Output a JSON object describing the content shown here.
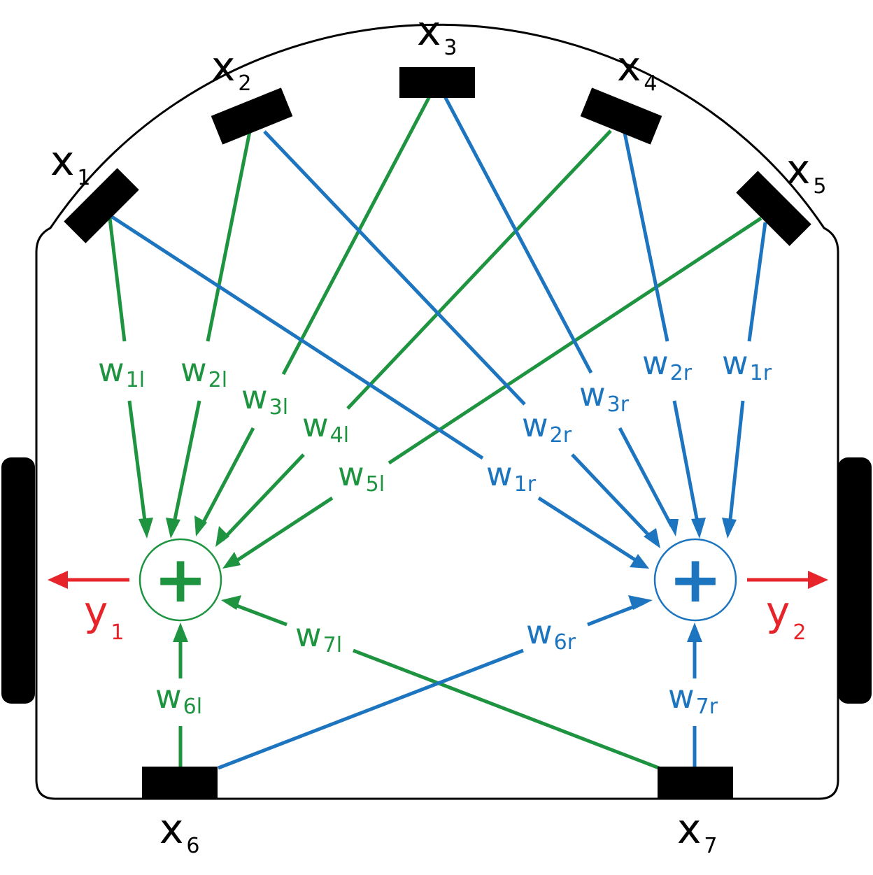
{
  "colors": {
    "left": "#1e9440",
    "right": "#1d75bf",
    "output": "#e8242b",
    "body": "#000000"
  },
  "sensors": {
    "x1": {
      "main": "x",
      "sub": "1"
    },
    "x2": {
      "main": "x",
      "sub": "2"
    },
    "x3": {
      "main": "x",
      "sub": "3"
    },
    "x4": {
      "main": "x",
      "sub": "4"
    },
    "x5": {
      "main": "x",
      "sub": "5"
    },
    "x6": {
      "main": "x",
      "sub": "6"
    },
    "x7": {
      "main": "x",
      "sub": "7"
    }
  },
  "outputs": {
    "y1": {
      "main": "y",
      "sub": "1"
    },
    "y2": {
      "main": "y",
      "sub": "2"
    }
  },
  "summers": {
    "left": "+",
    "right": "+"
  },
  "weights": {
    "w1l": {
      "main": "w",
      "sub": "1l"
    },
    "w2l": {
      "main": "w",
      "sub": "2l"
    },
    "w3l": {
      "main": "w",
      "sub": "3l"
    },
    "w4l": {
      "main": "w",
      "sub": "4l"
    },
    "w5l": {
      "main": "w",
      "sub": "5l"
    },
    "w6l": {
      "main": "w",
      "sub": "6l"
    },
    "w7l": {
      "main": "w",
      "sub": "7l"
    },
    "w1r_a": {
      "main": "w",
      "sub": "1r"
    },
    "w2r_a": {
      "main": "w",
      "sub": "2r"
    },
    "w3r": {
      "main": "w",
      "sub": "3r"
    },
    "w2r_b": {
      "main": "w",
      "sub": "2r"
    },
    "w1r_b": {
      "main": "w",
      "sub": "1r"
    },
    "w6r": {
      "main": "w",
      "sub": "6r"
    },
    "w7r": {
      "main": "w",
      "sub": "7r"
    }
  }
}
